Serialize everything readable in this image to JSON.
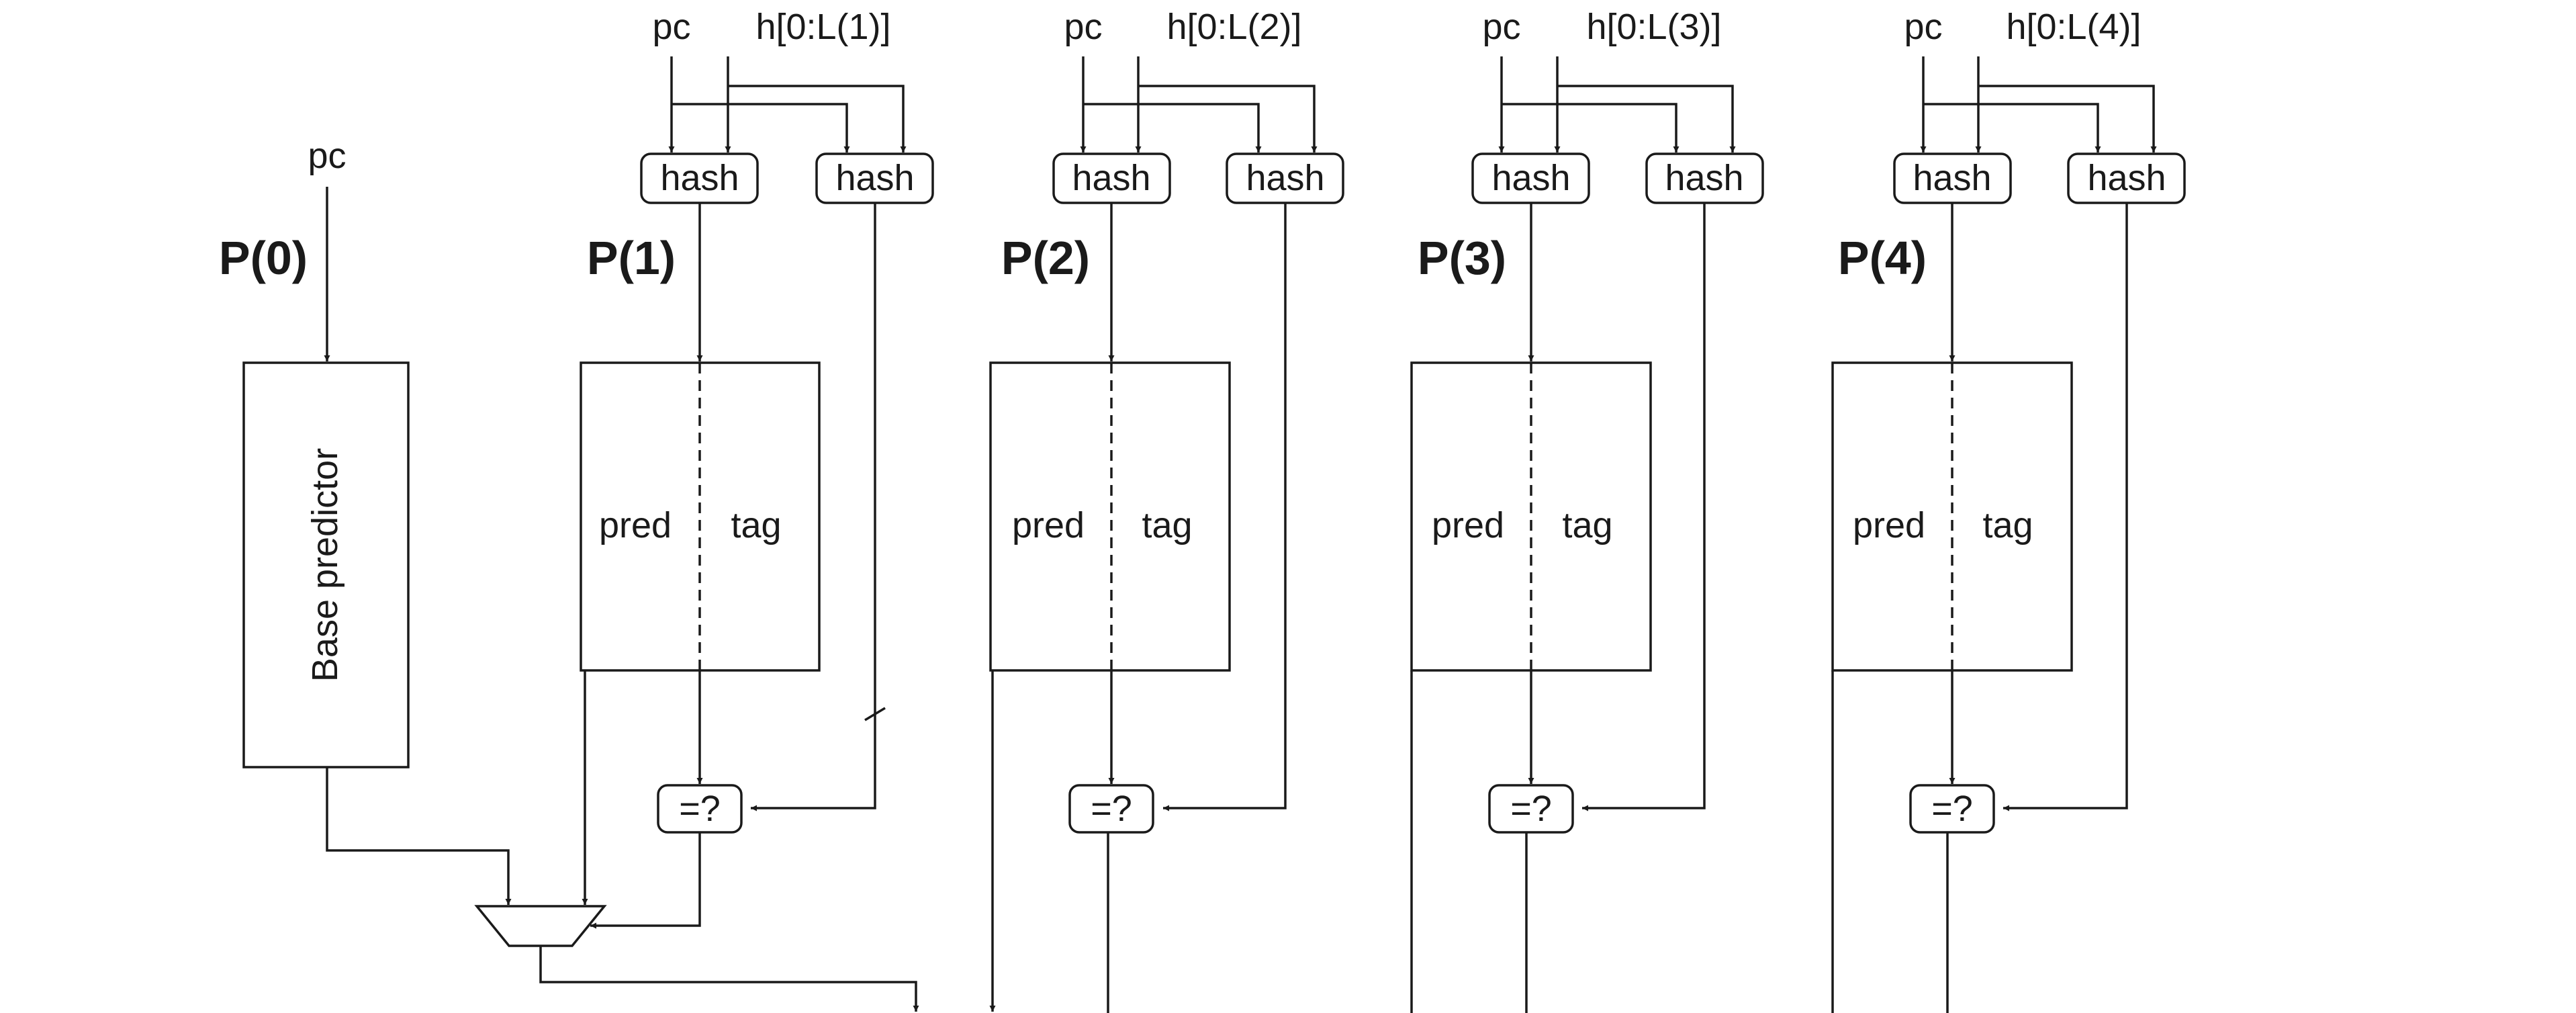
{
  "base": {
    "title": "P(0)",
    "input_label": "pc",
    "box_label": "Base predictor"
  },
  "tables": [
    {
      "title": "P(1)",
      "pc_label": "pc",
      "history_label": "h[0:L(1)]",
      "hash_left": "hash",
      "hash_right": "hash",
      "pred_label": "pred",
      "tag_label": "tag",
      "compare_label": "=?"
    },
    {
      "title": "P(2)",
      "pc_label": "pc",
      "history_label": "h[0:L(2)]",
      "hash_left": "hash",
      "hash_right": "hash",
      "pred_label": "pred",
      "tag_label": "tag",
      "compare_label": "=?"
    },
    {
      "title": "P(3)",
      "pc_label": "pc",
      "history_label": "h[0:L(3)]",
      "hash_left": "hash",
      "hash_right": "hash",
      "pred_label": "pred",
      "tag_label": "tag",
      "compare_label": "=?"
    },
    {
      "title": "P(4)",
      "pc_label": "pc",
      "history_label": "h[0:L(4)]",
      "hash_left": "hash",
      "hash_right": "hash",
      "pred_label": "pred",
      "tag_label": "tag",
      "compare_label": "=?"
    }
  ]
}
